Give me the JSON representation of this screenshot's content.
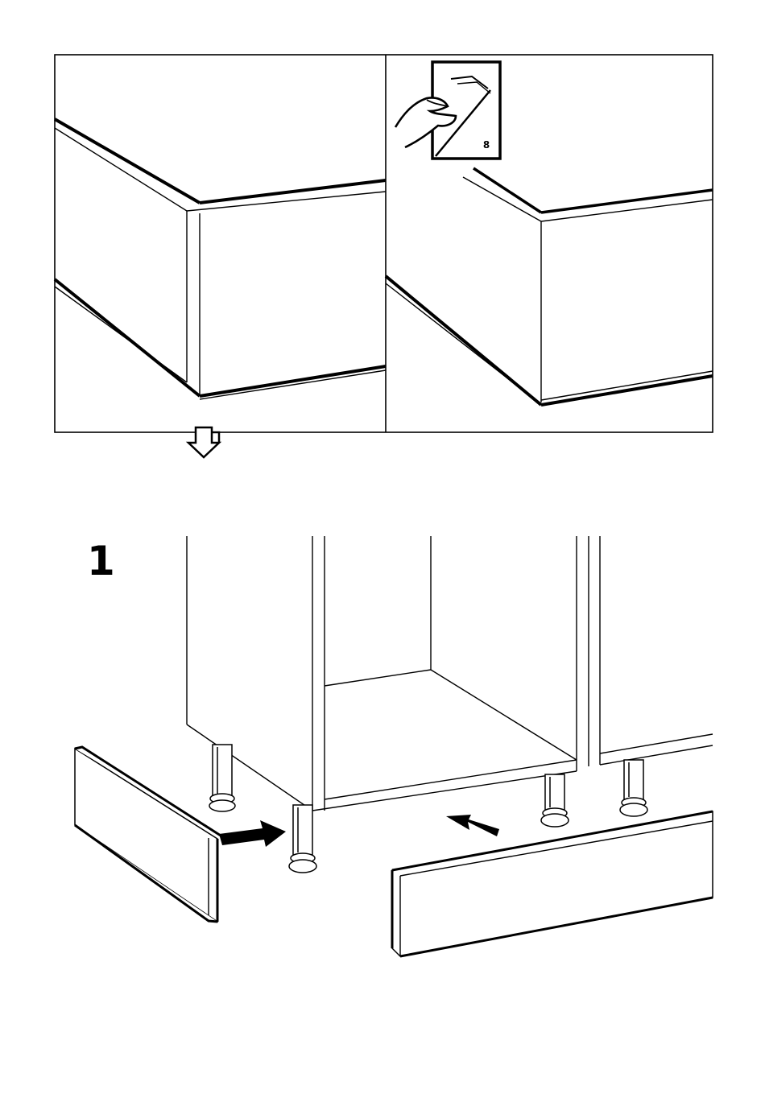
{
  "step": {
    "number": "1"
  },
  "reference": {
    "page_number": "8"
  },
  "icons": {
    "detail_panels": [
      "detail-panel-before",
      "detail-panel-after"
    ],
    "arrow": "hollow-down-arrow-icon",
    "reference": "peel-sticker-page-icon",
    "assembly": "plinth-attach-illustration"
  },
  "colors": {
    "line": "#000000",
    "background": "#ffffff"
  }
}
